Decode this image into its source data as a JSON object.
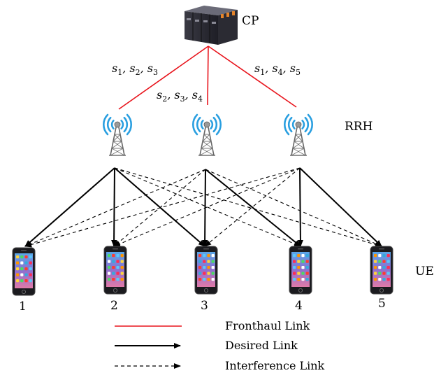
{
  "labels": {
    "cp": "CP",
    "rrh": "RRH",
    "ue": "UE"
  },
  "fronthaul_labels": [
    {
      "rrh": 1,
      "text": "s1, s2, s3"
    },
    {
      "rrh": 2,
      "text": "s2, s3, s4"
    },
    {
      "rrh": 3,
      "text": "s1, s4, s5"
    }
  ],
  "ue_numbers": [
    "1",
    "2",
    "3",
    "4",
    "5"
  ],
  "legend": [
    {
      "style": "fronthaul",
      "label": "Fronthaul Link"
    },
    {
      "style": "desired",
      "label": "Desired Link"
    },
    {
      "style": "interference",
      "label": "Interference Link"
    }
  ],
  "links": {
    "desired": [
      [
        1,
        1
      ],
      [
        1,
        2
      ],
      [
        1,
        3
      ],
      [
        2,
        3
      ],
      [
        2,
        4
      ],
      [
        3,
        4
      ],
      [
        3,
        5
      ]
    ],
    "interference": [
      [
        1,
        4
      ],
      [
        1,
        5
      ],
      [
        2,
        1
      ],
      [
        2,
        2
      ],
      [
        2,
        5
      ],
      [
        3,
        1
      ],
      [
        3,
        2
      ],
      [
        3,
        3
      ]
    ]
  },
  "colors": {
    "fronthaul": "#e8141c",
    "desired": "#000000",
    "interference": "#000000",
    "signal": "#2a9fe0"
  },
  "icons": {
    "cp": "server-rack-icon",
    "rrh": "antenna-tower-icon",
    "ue": "smartphone-icon"
  }
}
